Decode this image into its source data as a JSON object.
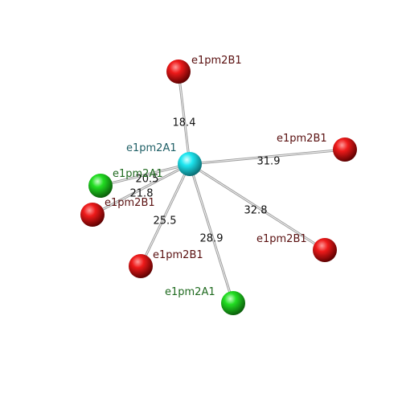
{
  "colors": {
    "center_atom": "#19e3ee",
    "red_atom": "#e00000",
    "green_atom": "#19d419",
    "bond": "#c8c8c8",
    "red_label": "#5a1010",
    "green_label": "#1f6a1f",
    "center_label": "#1f5f66"
  },
  "center": {
    "label": "e1pm2A1",
    "type": "center"
  },
  "neighbors": [
    {
      "id": "n1",
      "label": "e1pm2B1",
      "type": "red",
      "distance": "18.4"
    },
    {
      "id": "n2",
      "label": "e1pm2B1",
      "type": "red",
      "distance": "31.9"
    },
    {
      "id": "n3",
      "label": "e1pm2B1",
      "type": "red",
      "distance": "32.8"
    },
    {
      "id": "n4",
      "label": "e1pm2A1",
      "type": "green",
      "distance": "28.9"
    },
    {
      "id": "n5",
      "label": "e1pm2B1",
      "type": "red",
      "distance": "25.5"
    },
    {
      "id": "n6",
      "label": "e1pm2B1",
      "type": "red",
      "distance": "21.8"
    },
    {
      "id": "n7",
      "label": "e1pm2A1",
      "type": "green",
      "distance": "20.5"
    }
  ]
}
